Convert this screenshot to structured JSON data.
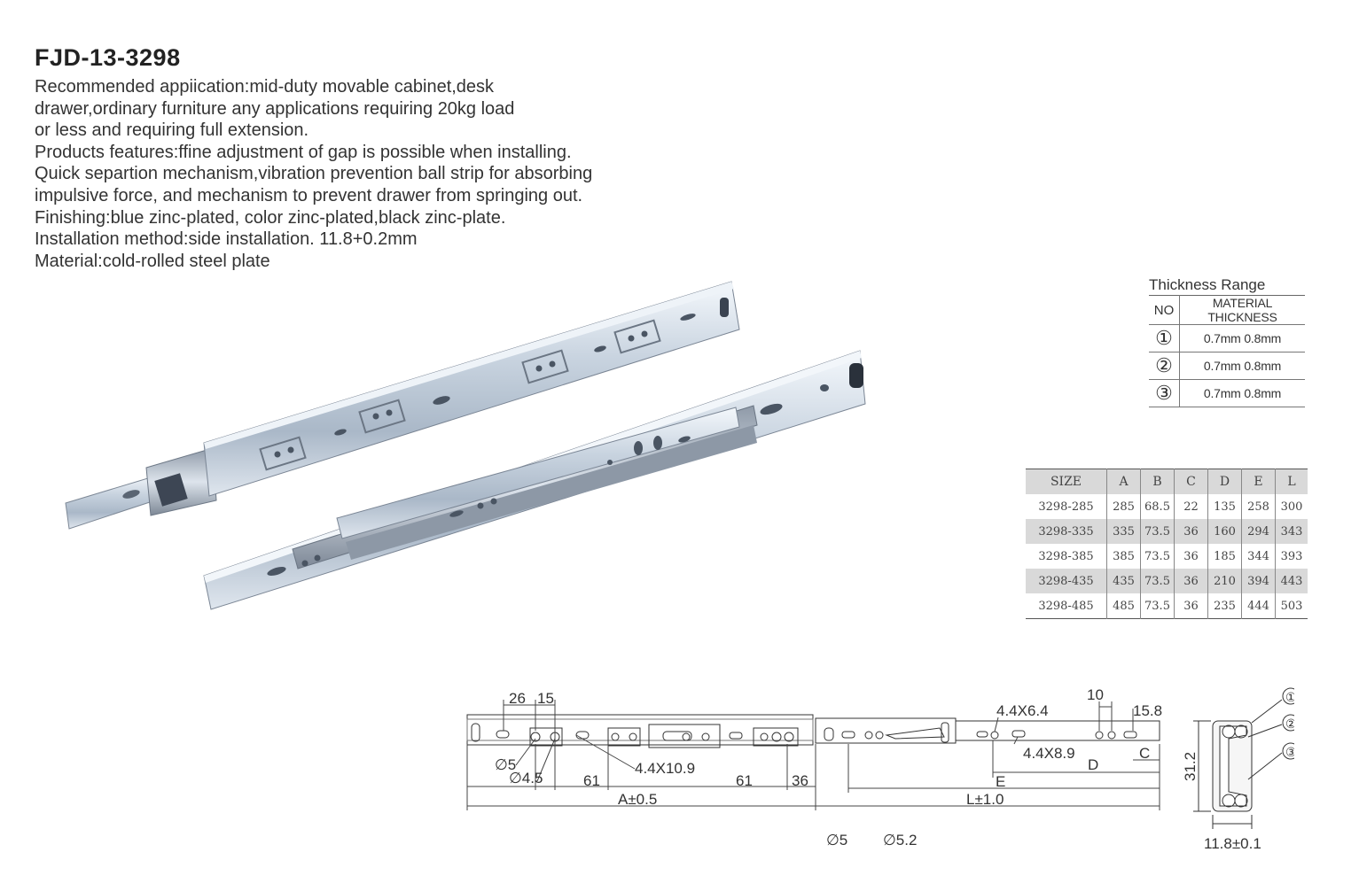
{
  "title": "FJD-13-3298",
  "description": [
    "Recommended appiication:mid-duty movable cabinet,desk",
    "drawer,ordinary furniture any applications requiring 20kg load",
    "or less and requiring full extension.",
    "Products features:ffine adjustment of gap is possible when installing.",
    "Quick separtion mechanism,vibration prevention ball strip for absorbing",
    "impulsive force, and mechanism to prevent drawer from springing out.",
    "Finishing:blue zinc-plated, color zinc-plated,black zinc-plate.",
    "Installation method:side installation. 11.8+0.2mm",
    "Material:cold-rolled steel plate"
  ],
  "thickness": {
    "title": "Thickness Range",
    "head_no": "NO",
    "head_mat": "MATERIAL THICKNESS",
    "rows": [
      {
        "no": "①",
        "value": "0.7mm   0.8mm"
      },
      {
        "no": "②",
        "value": "0.7mm   0.8mm"
      },
      {
        "no": "③",
        "value": "0.7mm   0.8mm"
      }
    ]
  },
  "size_table": {
    "headers": [
      "SIZE",
      "A",
      "B",
      "C",
      "D",
      "E",
      "L"
    ],
    "rows": [
      [
        "3298-285",
        "285",
        "68.5",
        "22",
        "135",
        "258",
        "300"
      ],
      [
        "3298-335",
        "335",
        "73.5",
        "36",
        "160",
        "294",
        "343"
      ],
      [
        "3298-385",
        "385",
        "73.5",
        "36",
        "185",
        "344",
        "393"
      ],
      [
        "3298-435",
        "435",
        "73.5",
        "36",
        "210",
        "394",
        "443"
      ],
      [
        "3298-485",
        "485",
        "73.5",
        "36",
        "235",
        "444",
        "503"
      ]
    ]
  },
  "drawing": {
    "dim_26": "26",
    "dim_15": "15",
    "dim_10": "10",
    "dim_158": "15.8",
    "d5": "∅5",
    "d45": "∅4.5",
    "slot_1": "4.4X10.9",
    "slot_2": "4.4X6.4",
    "slot_3": "4.4X8.9",
    "dim_61a": "61",
    "dim_61b": "61",
    "dim_36": "36",
    "label_d": "D",
    "label_c": "C",
    "label_e": "E",
    "label_a": "A±0.5",
    "label_l": "L±1.0",
    "hole_5": "∅5",
    "hole_52": "∅5.2",
    "height": "31.2",
    "width": "11.8±0.1",
    "c1": "①",
    "c2": "②",
    "c3": "③"
  }
}
